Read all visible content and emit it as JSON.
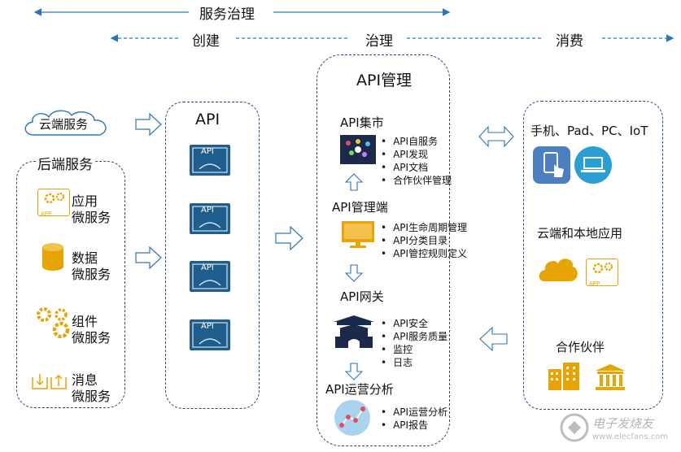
{
  "top": {
    "governance": "服务治理",
    "create": "创建",
    "govern": "治理",
    "consume": "消费"
  },
  "left": {
    "cloud_services": "云端服务",
    "backend_services": "后端服务",
    "items": [
      {
        "line1": "应用",
        "line2": "微服务"
      },
      {
        "line1": "数据",
        "line2": "微服务"
      },
      {
        "line1": "组件",
        "line2": "微服务"
      },
      {
        "line1": "消息",
        "line2": "微服务"
      }
    ],
    "app_badge": "APP"
  },
  "api_col": {
    "title": "API",
    "tile_label": "API"
  },
  "mgmt": {
    "title": "API管理",
    "market": {
      "title": "API集市",
      "items": [
        "API自服务",
        "API发现",
        "API文档",
        "合作伙伴管理"
      ]
    },
    "console": {
      "title": "API管理端",
      "items": [
        "API生命周期管理",
        "API分类目录",
        "API管控规则定义"
      ]
    },
    "gateway": {
      "title": "API网关",
      "items": [
        "API安全",
        "API服务质量",
        "监控",
        "日志"
      ]
    },
    "analytics": {
      "title": "API运营分析",
      "items": [
        "API运营分析",
        "API报告"
      ]
    }
  },
  "right": {
    "devices": "手机、Pad、PC、IoT",
    "apps": "云端和本地应用",
    "partners": "合作伙伴",
    "app_badge": "APP"
  },
  "watermark": {
    "text": "电子发烧友",
    "sub": "www.elecfans.com"
  },
  "colors": {
    "accent": "#e8a400",
    "navy": "#1f4e79",
    "arrow": "#2e75b6",
    "blue": "#4a90d9"
  }
}
